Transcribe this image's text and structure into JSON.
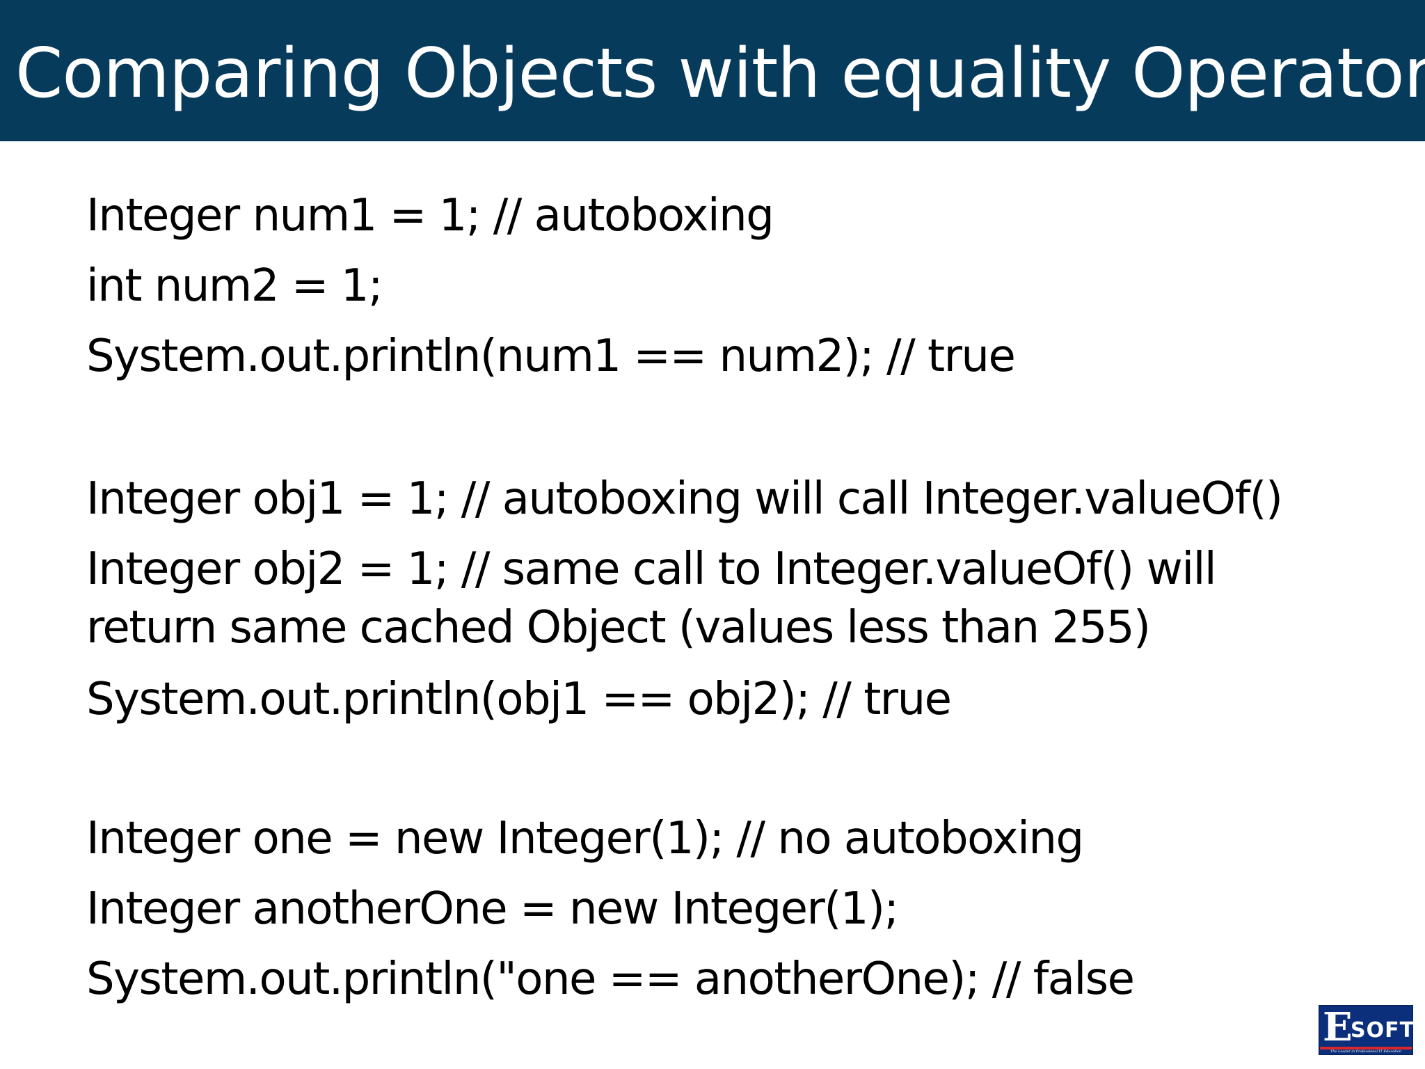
{
  "slide": {
    "title": "Comparing Objects with equality Operator",
    "lines": [
      "Integer num1 = 1; // autoboxing",
      "int num2 = 1;",
      "System.out.println(num1 == num2); // true",
      "Integer obj1 = 1; // autoboxing will call Integer.valueOf()",
      "Integer obj2 = 1; // same call to Integer.valueOf() will",
      "return same cached Object (values less than 255)",
      "System.out.println(obj1 == obj2); // true",
      "Integer one = new Integer(1); // no autoboxing",
      "Integer anotherOne = new Integer(1);",
      "System.out.println(\"one == anotherOne); // false"
    ]
  },
  "logo": {
    "letter": "E",
    "word": "SOFT",
    "tagline": "The Leader in Professional IT Education"
  },
  "colors": {
    "title_bar": "#073b5c",
    "title_text": "#ffffff",
    "body_text": "#000000",
    "logo_bg": "#0b2f7a",
    "logo_accent": "#d8262d"
  }
}
